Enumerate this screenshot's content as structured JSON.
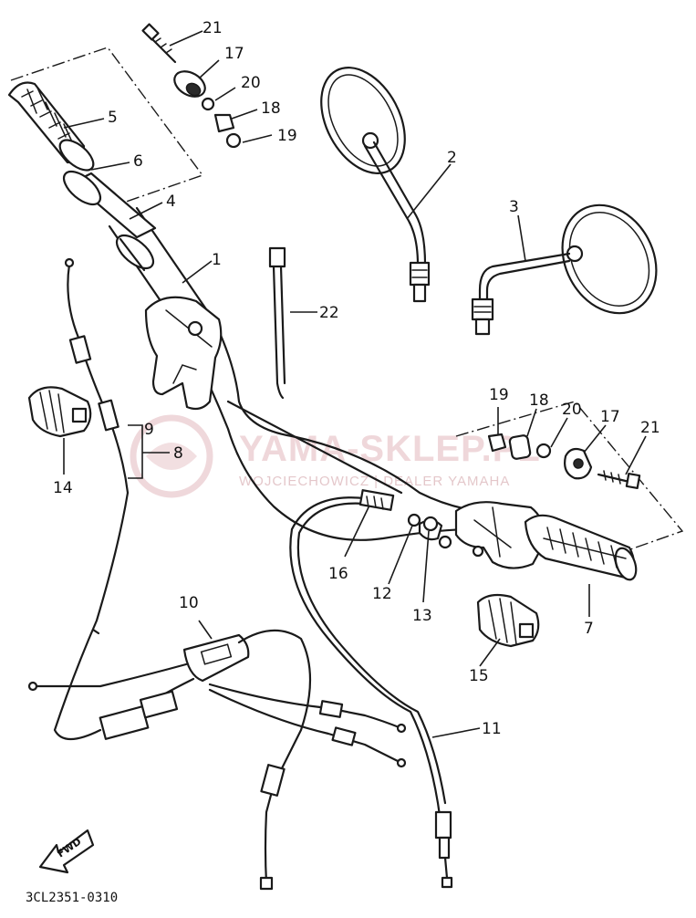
{
  "watermark": {
    "name": "YAMA-SKLEP.PL",
    "subtitle": "WOJCIECHOWICZ | DEALER YAMAHA",
    "color": "#e2b8bd"
  },
  "drawing_code": "3CL2351-0310",
  "fwd_label": "FWD",
  "callouts": [
    {
      "id": "c21a",
      "label": "21"
    },
    {
      "id": "c17a",
      "label": "17"
    },
    {
      "id": "c20a",
      "label": "20"
    },
    {
      "id": "c18a",
      "label": "18"
    },
    {
      "id": "c19a",
      "label": "19"
    },
    {
      "id": "c5",
      "label": "5"
    },
    {
      "id": "c6",
      "label": "6"
    },
    {
      "id": "c4",
      "label": "4"
    },
    {
      "id": "c1",
      "label": "1"
    },
    {
      "id": "c2",
      "label": "2"
    },
    {
      "id": "c3",
      "label": "3"
    },
    {
      "id": "c22",
      "label": "22"
    },
    {
      "id": "c9",
      "label": "9"
    },
    {
      "id": "c8",
      "label": "8"
    },
    {
      "id": "c14",
      "label": "14"
    },
    {
      "id": "c19b",
      "label": "19"
    },
    {
      "id": "c18b",
      "label": "18"
    },
    {
      "id": "c20b",
      "label": "20"
    },
    {
      "id": "c17b",
      "label": "17"
    },
    {
      "id": "c21b",
      "label": "21"
    },
    {
      "id": "c16",
      "label": "16"
    },
    {
      "id": "c12",
      "label": "12"
    },
    {
      "id": "c13",
      "label": "13"
    },
    {
      "id": "c7",
      "label": "7"
    },
    {
      "id": "c15",
      "label": "15"
    },
    {
      "id": "c10",
      "label": "10"
    },
    {
      "id": "c11",
      "label": "11"
    }
  ]
}
